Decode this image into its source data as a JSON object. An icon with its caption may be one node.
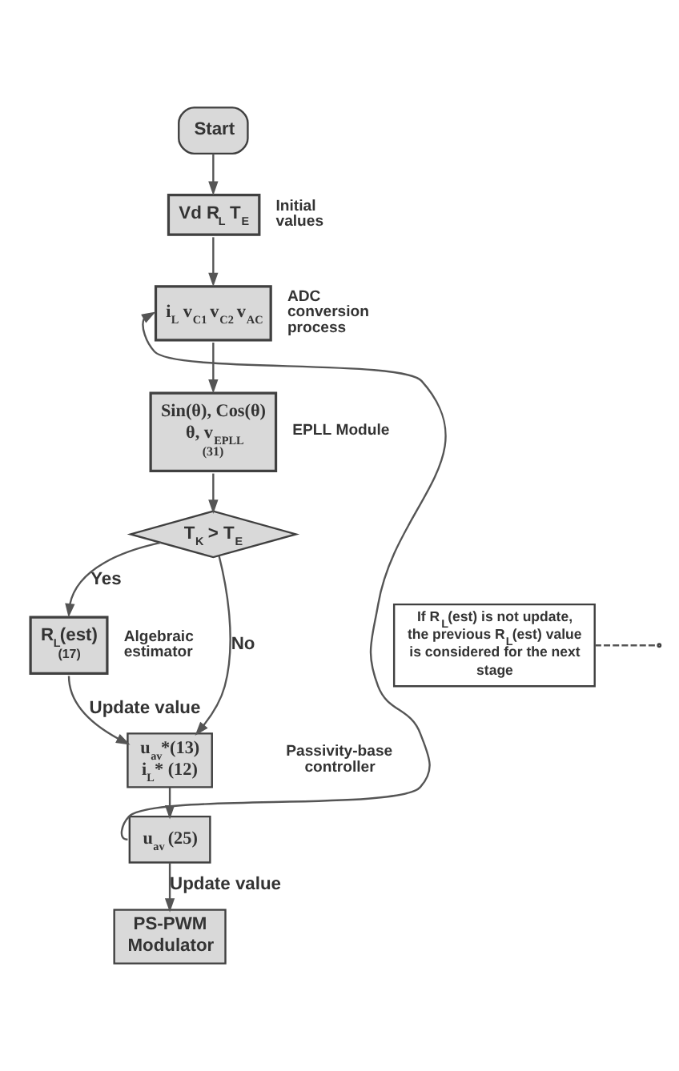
{
  "diagram": {
    "nodes": [
      {
        "text": [
          "Start"
        ]
      },
      {
        "text": [
          "Vd R$_{L}$ T$_{E}$"
        ],
        "beside": [
          "Initial values"
        ]
      },
      {
        "text": [
          "i$_{L}$ v$_{C1}$ v$_{C2}$ v$_{AC}$"
        ],
        "beside": [
          "ADC conversion process"
        ]
      },
      {
        "text": [
          "Sin(θ), Cos(θ) θ, v$_{EPLL}$",
          "(31)"
        ],
        "beside": [
          "EPLL Module"
        ]
      },
      {
        "text": [
          "T$_{K}$ > T$_{E}$"
        ]
      },
      {
        "text": [
          "R$_{L}$(est)",
          "(17)"
        ],
        "beside": [
          "Algebraic estimator"
        ]
      },
      {
        "text": [
          "If R$_{L}$(est) is not update, the previous R$_{L}$(est) value is considered for the next stage"
        ]
      },
      {
        "text": [
          "u$_{av}$*(13)",
          "i$_{L}$* (12)"
        ]
      },
      {
        "text": [
          "u$_{av}$ (25)"
        ]
      },
      {
        "text": [
          "PS-PWM Modulator"
        ]
      }
    ],
    "edges": [
      {
        "from": 0,
        "to": 1,
        "arrow": "to"
      },
      {
        "from": 1,
        "to": 2,
        "arrow": "to"
      },
      {
        "from": 2,
        "to": 3,
        "arrow": "to"
      },
      {
        "from": 3,
        "to": 4,
        "arrow": "to"
      },
      {
        "from": 4,
        "to": 5,
        "arrow": "to",
        "label": "Yes"
      },
      {
        "from": 4,
        "to": 7,
        "arrow": "to",
        "label": "No"
      },
      {
        "from": 5,
        "to": 7,
        "arrow": "to",
        "label": "Update value"
      },
      {
        "from": 6,
        "to": null,
        "arrow": "none",
        "style": "dashed"
      },
      {
        "from": 7,
        "to": 8,
        "arrow": "to"
      },
      {
        "from": 8,
        "to": 2,
        "arrow": "to"
      },
      {
        "from": 8,
        "to": 9,
        "arrow": "to",
        "label": "Update value"
      }
    ],
    "labels": [
      "Passivity-base controller"
    ]
  }
}
